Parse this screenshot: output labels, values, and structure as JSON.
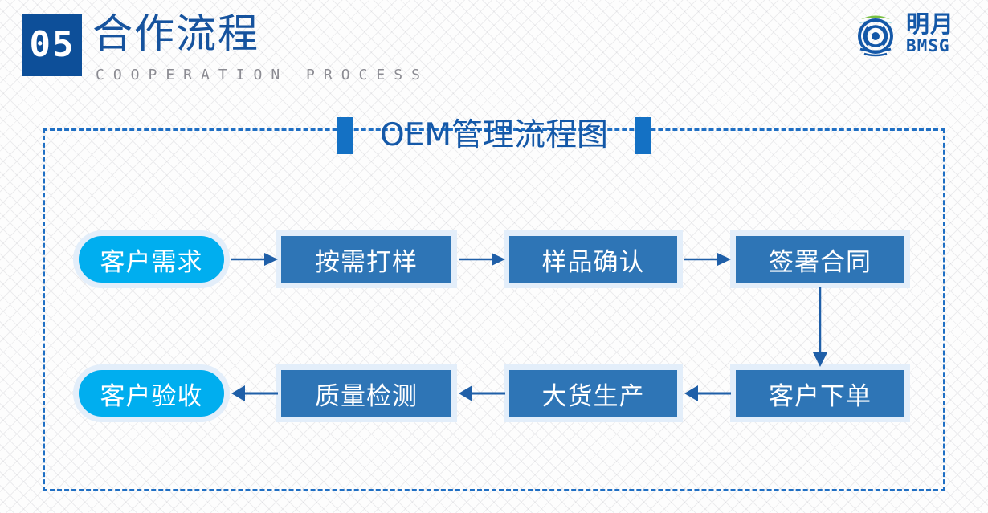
{
  "header": {
    "number": "05",
    "title": "合作流程",
    "subtitle": "COOPERATION PROCESS"
  },
  "logo": {
    "mark_name": "mingyue-globe-logo-icon",
    "name_cn": "明月",
    "name_en": "BMSG"
  },
  "flow": {
    "title": "OEM管理流程图",
    "nodes": [
      {
        "id": "node-1",
        "label": "客户需求",
        "shape": "pill",
        "color": "#00aeef",
        "row": "top",
        "order": 1
      },
      {
        "id": "node-2",
        "label": "按需打样",
        "shape": "rect",
        "color": "#2e75b6",
        "row": "top",
        "order": 2
      },
      {
        "id": "node-3",
        "label": "样品确认",
        "shape": "rect",
        "color": "#2e75b6",
        "row": "top",
        "order": 3
      },
      {
        "id": "node-4",
        "label": "签署合同",
        "shape": "rect",
        "color": "#2e75b6",
        "row": "top",
        "order": 4
      },
      {
        "id": "node-5",
        "label": "客户下单",
        "shape": "rect",
        "color": "#2e75b6",
        "row": "bottom",
        "order": 5
      },
      {
        "id": "node-6",
        "label": "大货生产",
        "shape": "rect",
        "color": "#2e75b6",
        "row": "bottom",
        "order": 6
      },
      {
        "id": "node-7",
        "label": "质量检测",
        "shape": "rect",
        "color": "#2e75b6",
        "row": "bottom",
        "order": 7
      },
      {
        "id": "node-8",
        "label": "客户验收",
        "shape": "pill",
        "color": "#00aeef",
        "row": "bottom",
        "order": 8
      }
    ],
    "connectors": [
      {
        "from": "客户需求",
        "to": "按需打样",
        "direction": "right"
      },
      {
        "from": "按需打样",
        "to": "样品确认",
        "direction": "right"
      },
      {
        "from": "样品确认",
        "to": "签署合同",
        "direction": "right"
      },
      {
        "from": "签署合同",
        "to": "客户下单",
        "direction": "down"
      },
      {
        "from": "客户下单",
        "to": "大货生产",
        "direction": "left"
      },
      {
        "from": "大货生产",
        "to": "质量检测",
        "direction": "left"
      },
      {
        "from": "质量检测",
        "to": "客户验收",
        "direction": "left"
      }
    ]
  },
  "colors": {
    "brand_blue": "#0d4f99",
    "title_blue": "#1458a8",
    "node_blue": "#2e75b6",
    "node_cyan": "#00aeef",
    "accent_bar": "#1471c4",
    "dashed_border": "#1f6fc4",
    "arrow": "#1f5fa8",
    "subtitle_gray": "#8b8b92",
    "node_halo": "#e3eefa"
  }
}
